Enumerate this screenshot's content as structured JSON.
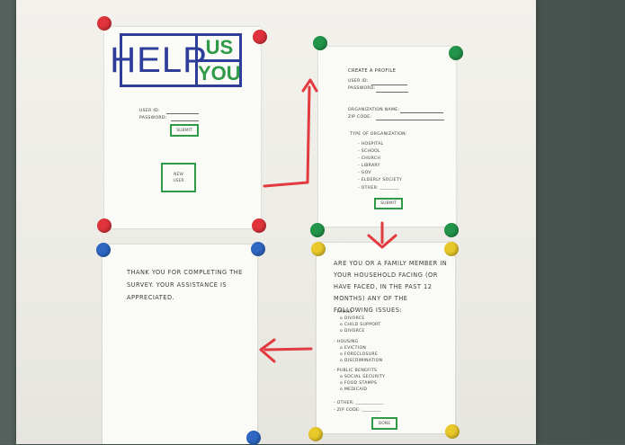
{
  "logo": {
    "help": "HELP",
    "us": "US",
    "you": "YOU"
  },
  "login_sheet": {
    "user_id_label": "USER ID:",
    "password_label": "PASSWORD:",
    "submit_label": "SUBMIT",
    "new_user_label": "NEW USER"
  },
  "profile_sheet": {
    "title": "CREATE A PROFILE",
    "user_id_label": "USER ID:",
    "password_label": "PASSWORD:",
    "org_name_label": "ORGANIZATION NAME:",
    "zip_label": "ZIP CODE:",
    "type_heading": "TYPE OF ORGANIZATION:",
    "types": [
      "- HOSPITAL",
      "- SCHOOL",
      "- CHURCH",
      "- LIBRARY",
      "- GOV",
      "- ELDERLY SOCIETY",
      "- OTHER: ________"
    ],
    "submit_label": "SUBMIT"
  },
  "survey_sheet": {
    "intro": "ARE YOU OR A FAMILY MEMBER IN YOUR HOUSEHOLD FACING (OR HAVE FACED, IN THE PAST 12 MONTHS) ANY OF THE FOLLOWING ISSUES:",
    "groups": [
      {
        "heading": "- FAMILY",
        "items": [
          "o DIVORCE",
          "o CHILD SUPPORT",
          "o DIVORCE"
        ]
      },
      {
        "heading": "- HOUSING",
        "items": [
          "o EVICTION",
          "o FORECLOSURE",
          "o DISCRIMINATION"
        ]
      },
      {
        "heading": "- PUBLIC BENEFITS",
        "items": [
          "o SOCIAL SECURITY",
          "o FOOD STAMPS",
          "o MEDICAID"
        ]
      }
    ],
    "other_label": "- OTHER: ____________",
    "zip_label": "- ZIP CODE: ________",
    "done_label": "DONE"
  },
  "thanks_sheet": {
    "message": "THANK YOU FOR COMPLETING THE SURVEY. YOUR ASSISTANCE IS APPRECIATED."
  },
  "colors": {
    "pin_red": "#e0333b",
    "pin_green": "#23954a",
    "pin_blue": "#2f67c3",
    "pin_yellow": "#e9c92a",
    "arrow_red": "#e23a3f",
    "logo_blue": "#2e3d9a",
    "logo_green": "#2f9a47"
  }
}
